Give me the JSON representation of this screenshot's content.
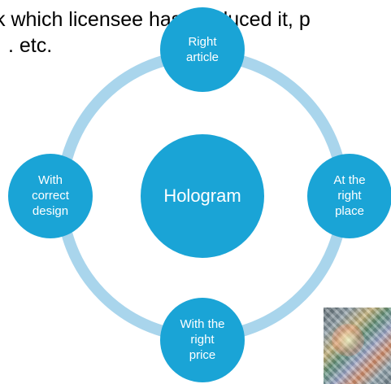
{
  "text": {
    "line1": "k which licensee has produced it, p",
    "line2": ". etc."
  },
  "diagram": {
    "center": "Hologram",
    "nodes": {
      "top": "Right\narticle",
      "right": "At the\nright\nplace",
      "bottom": "With the\nright\nprice",
      "left": "With\ncorrect\ndesign"
    }
  },
  "colors": {
    "node": "#1aa4d6",
    "ring": "#a9d5ec",
    "text": "#000000"
  },
  "image": {
    "icon": "hologram-photo"
  }
}
